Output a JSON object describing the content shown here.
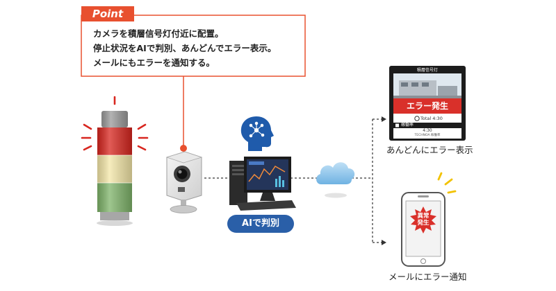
{
  "point": {
    "tab": "Point",
    "lines": [
      "カメラを積層信号灯付近に配置。",
      "停止状況をAIで判別、あんどんでエラー表示。",
      "メールにもエラーを通知する。"
    ]
  },
  "ai_label": "AIで判別",
  "andon": {
    "caption": "あんどんにエラー表示",
    "header": "積層信号灯",
    "error_banner": "エラー発生",
    "total": "Total 4:30",
    "row_label": "稼働率",
    "value": "4:30",
    "footer": "TECHNOA 稼働率"
  },
  "mail": {
    "caption": "メールにエラー通知",
    "badge_line1": "異常",
    "badge_line2": "発生"
  },
  "colors": {
    "accent_orange": "#e8502f",
    "ai_blue": "#2a5fa8",
    "cloud_blue": "#8fc3e8",
    "error_red": "#d9302a",
    "signal_red": "#d8261f",
    "signal_yellow": "#f4e7a8",
    "signal_green": "#7fb46a"
  }
}
